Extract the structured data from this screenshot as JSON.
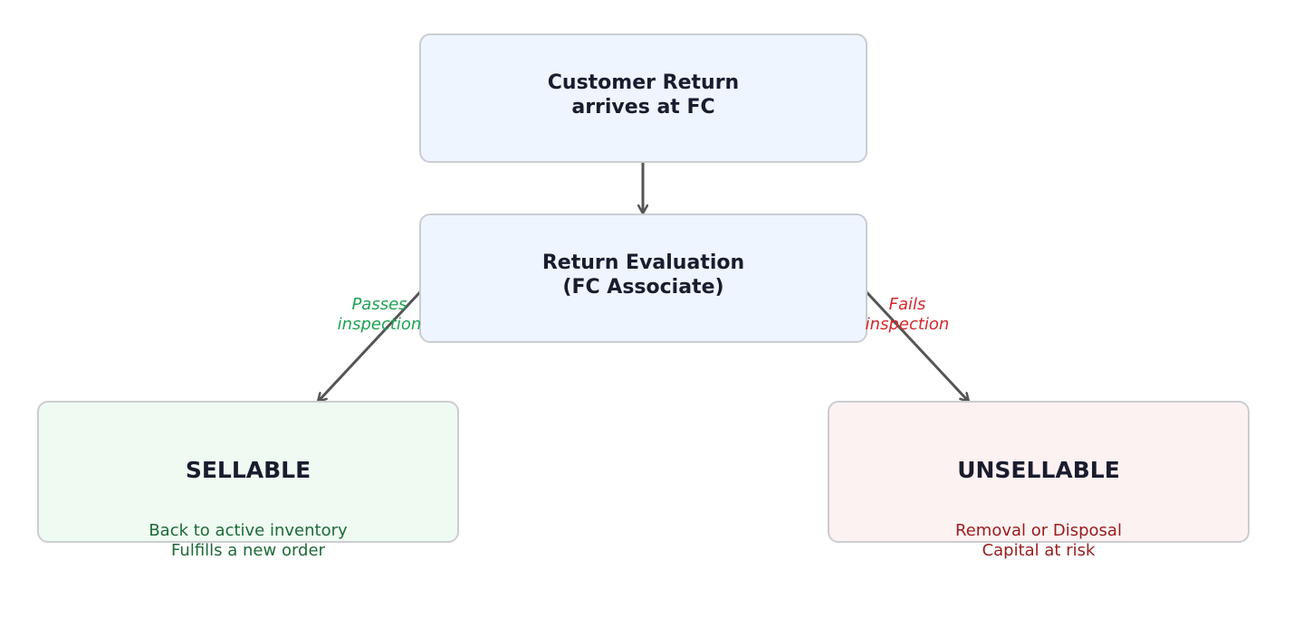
{
  "nodes": {
    "arrival": {
      "title": "Customer Return\narrives at FC"
    },
    "evaluation": {
      "title": "Return Evaluation\n(FC Associate)"
    },
    "sellable": {
      "title": "SELLABLE",
      "detail": "Back to active inventory\nFulfills a new order"
    },
    "unsellable": {
      "title": "UNSELLABLE",
      "detail": "Removal or Disposal\nCapital at risk"
    }
  },
  "edges": {
    "pass": "Passes\ninspection",
    "fail": "Fails\ninspection"
  },
  "colors": {
    "box_border": "#cbcdd2",
    "blue_fill": "#eef5ff",
    "green_fill": "#effbf2",
    "red_fill": "#fdf2f2",
    "arrow": "#555555",
    "pass_label": "#1ea352",
    "fail_label": "#d6262a",
    "sellable_text": "#1d6a37",
    "unsellable_text": "#9a1c1c"
  }
}
